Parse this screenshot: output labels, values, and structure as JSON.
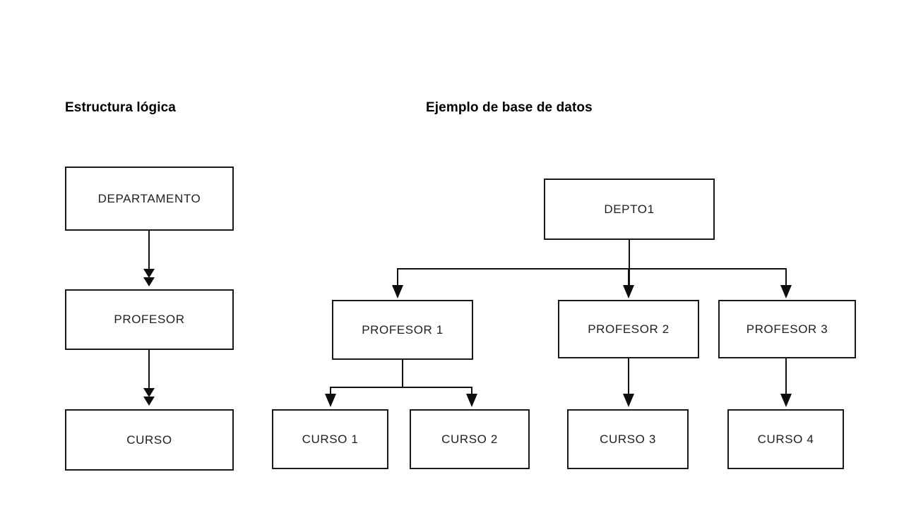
{
  "diagram": {
    "background_color": "#ffffff",
    "line_color": "#111111",
    "text_color": "#1f1f1f",
    "panels": [
      {
        "title": "Estructura lógica",
        "nodes": [
          {
            "label": "DEPARTAMENTO"
          },
          {
            "label": "PROFESOR"
          },
          {
            "label": "CURSO"
          }
        ]
      },
      {
        "title": "Ejemplo de base de datos",
        "nodes": [
          {
            "label": "DEPTO1"
          },
          {
            "label": "PROFESOR 1"
          },
          {
            "label": "PROFESOR 2"
          },
          {
            "label": "PROFESOR 3"
          },
          {
            "label": "CURSO 1"
          },
          {
            "label": "CURSO 2"
          },
          {
            "label": "CURSO 3"
          },
          {
            "label": "CURSO 4"
          }
        ]
      }
    ]
  }
}
